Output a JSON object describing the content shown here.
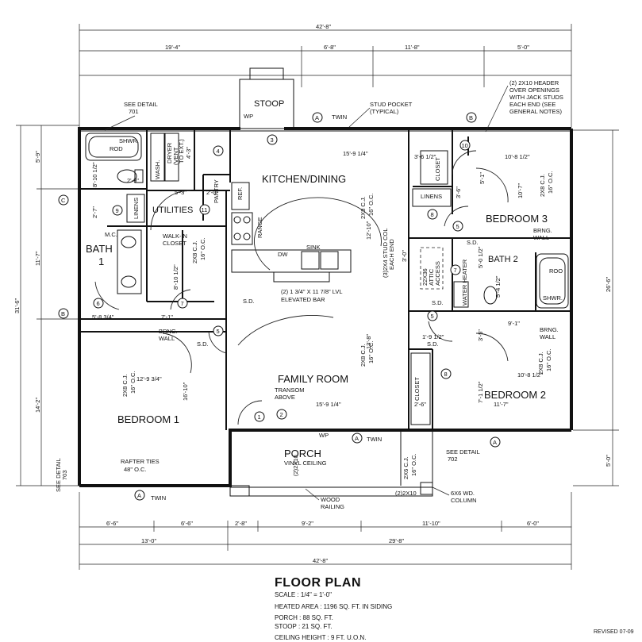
{
  "title_block": {
    "title": "FLOOR PLAN",
    "scale": "SCALE :  1/4\" = 1'-0\"",
    "heated_area": "HEATED AREA :  1196 SQ. FT. IN SIDING",
    "porch": "PORCH :  88 SQ. FT.",
    "stoop": "STOOP :  21 SQ. FT.",
    "ceiling_height": "CEILING HEIGHT :  9 FT. U.O.N.",
    "revised": "REVISED 07-09"
  },
  "rooms": {
    "kitchen": "KITCHEN/DINING",
    "family": "FAMILY ROOM",
    "bedroom1": "BEDROOM 1",
    "bedroom2": "BEDROOM 2",
    "bedroom3": "BEDROOM 3",
    "bath": "BATH",
    "bath_num": "1",
    "bath2": "BATH 2",
    "utilities": "UTILITIES",
    "porch": "PORCH",
    "porch_ceiling": "VINYL CEILING",
    "stoop": "STOOP",
    "walkin": "WALK-IN",
    "walkin2": "CLOSET",
    "pantry": "PANTRY",
    "linens1": "LINENS",
    "linens2": "LINENS",
    "closet3": "CLOSET",
    "closet2": "CLOSET",
    "attic": "22X36",
    "attic2": "ATTIC",
    "attic3": "ACCESS",
    "shwr1": "SHWR.",
    "rod1": "ROD",
    "shwr2": "SHWR.",
    "rod2": "ROO",
    "wash": "WASH.",
    "dryer": "DRYER",
    "dryer_vent": "(VENT",
    "dryer_ext": "TO EXT.)",
    "ref": "REF.",
    "range": "RANGE",
    "dw": "DW",
    "sink": "SINK",
    "mc": "M.C.",
    "wh": "WATER HEATER"
  },
  "notes": {
    "see_detail_701": "SEE DETAIL",
    "see_detail_701_num": "701",
    "stud_pocket": "STUD POCKET",
    "stud_pocket2": "(TYPICAL)",
    "header1": "(2) 2X10 HEADER",
    "header2": "OVER OPENINGS",
    "header3": "WITH JACK STUDS",
    "header4": "EACH END (SEE",
    "header5": "GENERAL NOTES)",
    "twin_top": "TWIN",
    "twin_porch": "TWIN",
    "twin_bottom": "TWIN",
    "wp_top": "WP",
    "wp_porch": "WP",
    "elevated_bar": "ELEVATED BAR",
    "lvl": "(2) 1 3/4\" X 11 7/8\" LVL",
    "stud_col": "(3)2X4 STUD COL",
    "stud_col2": "EACH END",
    "brng_wall_left": "BRNG.",
    "brng_wall_left2": "WALL",
    "brng_wall_b3": "BRNG.",
    "brng_wall_b3_2": "WALL",
    "brng_wall_b2": "BRNG.",
    "brng_wall_b2_2": "WALL",
    "transom": "TRANSOM",
    "transom2": "ABOVE",
    "rafter": "RAFTER TIES",
    "rafter2": "48\" O.C.",
    "see_detail_703": "SEE DETAIL",
    "see_detail_703_num": "703",
    "see_detail_702": "SEE DETAIL",
    "see_detail_702_num": "702",
    "wood_railing": "WOOD",
    "wood_railing2": "RAILING",
    "column": "6X6 WD.",
    "column2": "COLUMN",
    "porch_2x10": "(2)2X10",
    "porch_2x10_v": "(2)2X10",
    "sd": "S.D.",
    "cj_2x8": "2X8 C.J.",
    "cj_16oc": "16\" O.C.",
    "cj_2x6": "2X6 C.J.",
    "cj_16oc_b": "16\" O.C."
  },
  "dimensions": {
    "overall_top": "42'-8\"",
    "top_a": "19'-4\"",
    "top_b": "6'-8\"",
    "top_c": "11'-8\"",
    "top_d": "5'-0\"",
    "overall_bottom": "42'-8\"",
    "bot1_a": "6'-6\"",
    "bot1_b": "6'-6\"",
    "bot1_c": "2'-8\"",
    "bot1_d": "9'-2\"",
    "bot1_e": "11'-10\"",
    "bot1_f": "6'-0\"",
    "bot2_a": "13'-0\"",
    "bot2_b": "29'-8\"",
    "left_overall": "31'-6\"",
    "left_a": "5'-9\"",
    "left_b": "11'-7\"",
    "left_c": "14'-2\"",
    "right_overall": "26'-6\"",
    "right_a": "5'-0\"",
    "kitchen_w": "15'-9 1/4\"",
    "kitchen_h": "12'-10\"",
    "family_w": "15'-9 1/4\"",
    "family_h": "13'-8\"",
    "bed1_w": "12'-9 3/4\"",
    "bed1_h": "16'-10\"",
    "bed3_w": "10'-8 1/2\"",
    "bed3_h": "10'-7\"",
    "bed2_w": "10'-8 1/2\"",
    "bed2_h": "11'-7\"",
    "bath_w": "5'-8 3/4\"",
    "bath_b": "7'-1\"",
    "d1": "8'-10 1/2\"",
    "d2": "2'-9\"",
    "d3": "2'-7\"",
    "d4": "5'-3\"",
    "d5": "4'-3\"",
    "d6": "2'-0\"",
    "d7": "8'-10 1/2\"",
    "d8": "3'-6 1/2\"",
    "d9": "3'-6\"",
    "d10": "3'-0\"",
    "d11": "5'-4 1/2\"",
    "d12": "9'-1\"",
    "d13": "1'-9 1/2\"",
    "d14": "3'-5\"",
    "d15": "7'-1 1/2\"",
    "d16": "2'-6\"",
    "d17": "5'-0 1/2\"",
    "d18": "5'-1\""
  },
  "tags": [
    "1",
    "2",
    "3",
    "4",
    "5",
    "6",
    "7",
    "8",
    "9",
    "10",
    "11"
  ],
  "grid": [
    "A",
    "B",
    "C"
  ]
}
